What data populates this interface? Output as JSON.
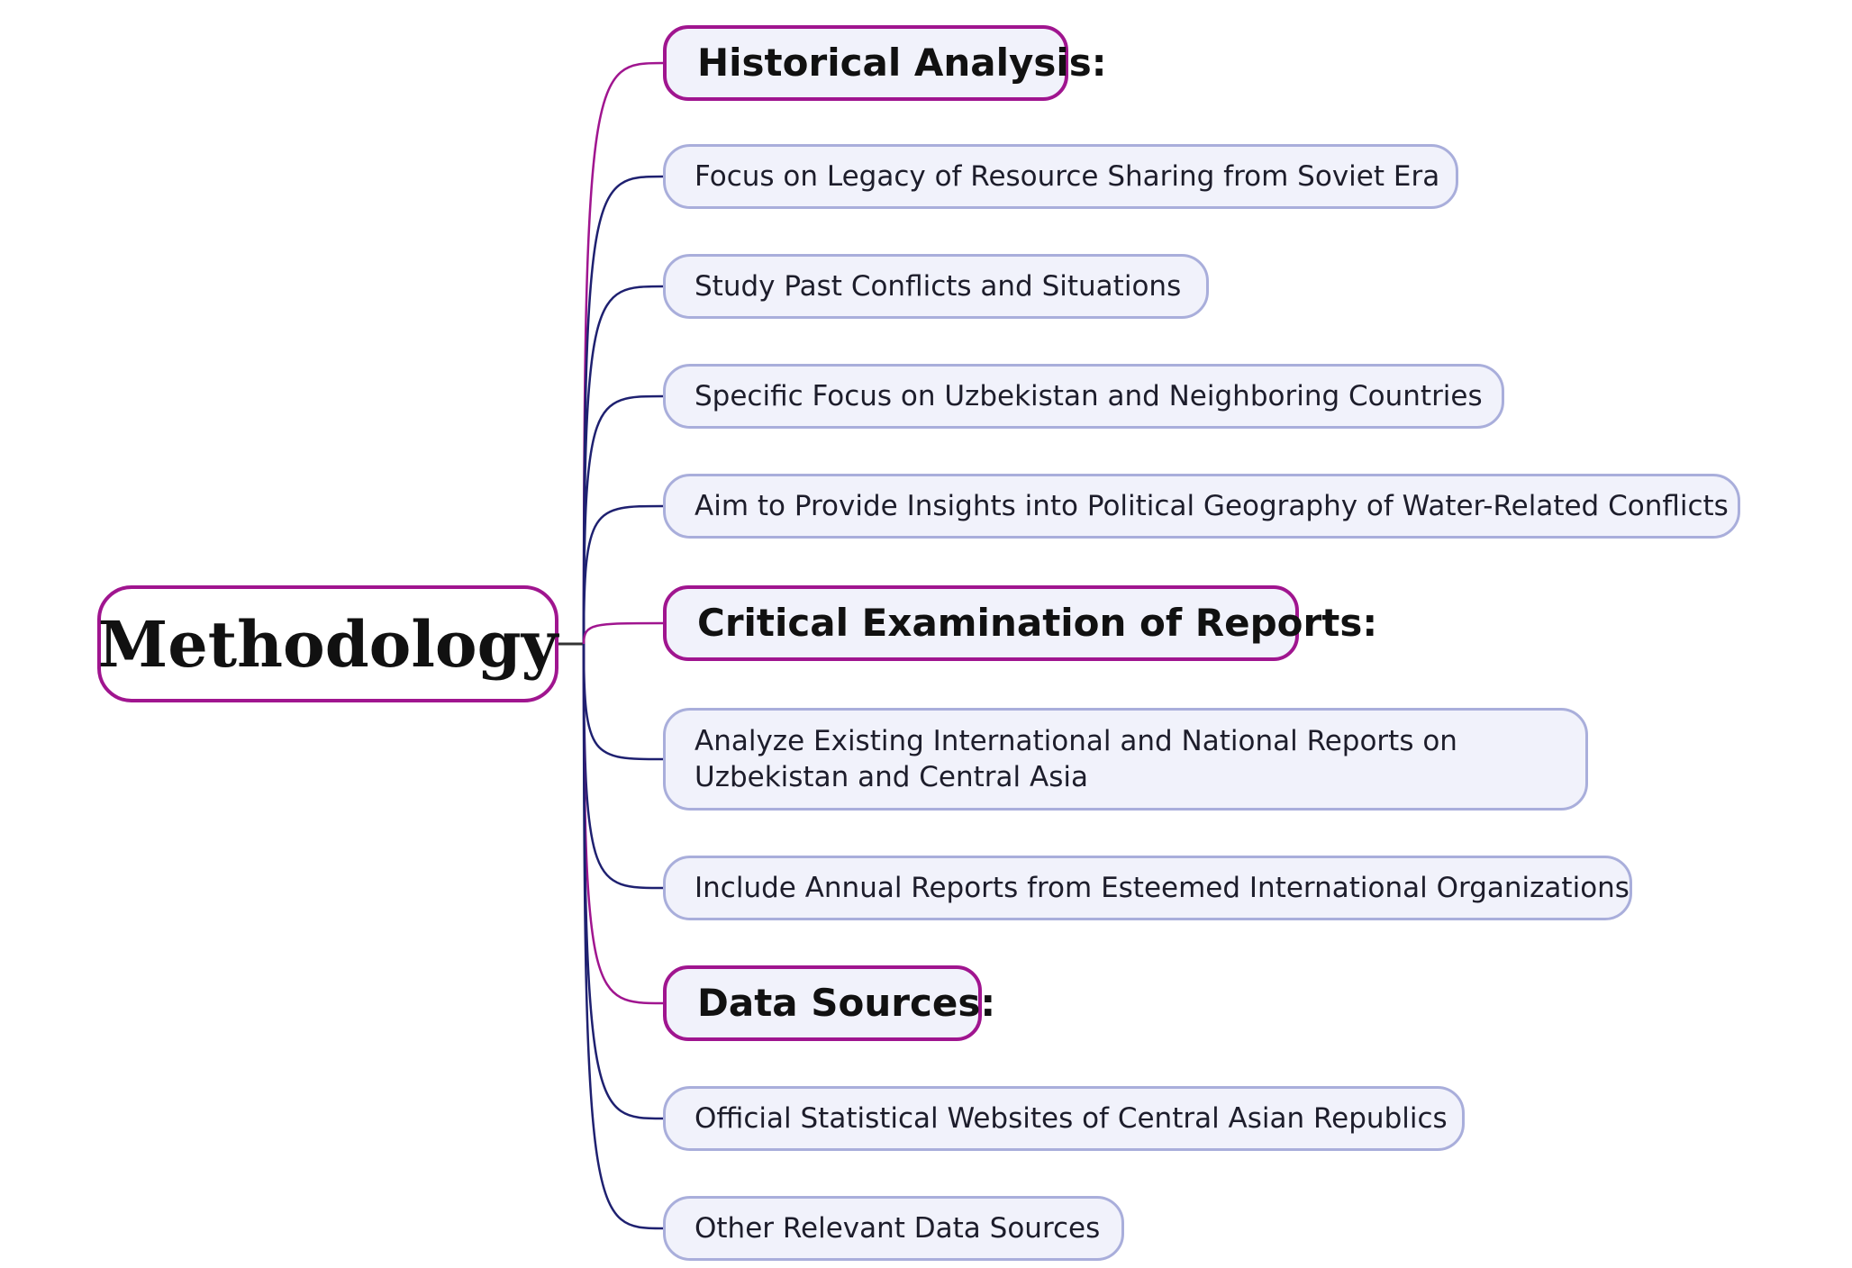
{
  "root": {
    "label": "Methodology"
  },
  "sections": [
    {
      "title": "Historical Analysis:",
      "items": [
        "Focus on Legacy of Resource Sharing from Soviet Era",
        "Study Past Conflicts and Situations",
        "Specific Focus on Uzbekistan and Neighboring Countries",
        "Aim to Provide Insights into Political Geography of Water-Related Conflicts"
      ]
    },
    {
      "title": "Critical Examination of Reports:",
      "items": [
        "Analyze Existing International and National Reports on Uzbekistan and Central Asia",
        "Include Annual Reports from Esteemed International Organizations"
      ]
    },
    {
      "title": "Data Sources:",
      "items": [
        "Official Statistical Websites of Central Asian Republics",
        "Other Relevant Data Sources"
      ]
    }
  ],
  "colors": {
    "section_border": "#a0158f",
    "section_connector": "#a0158f",
    "leaf_border": "#a9aedb",
    "leaf_fill": "#f1f2fb",
    "leaf_connector": "#1e2070"
  }
}
